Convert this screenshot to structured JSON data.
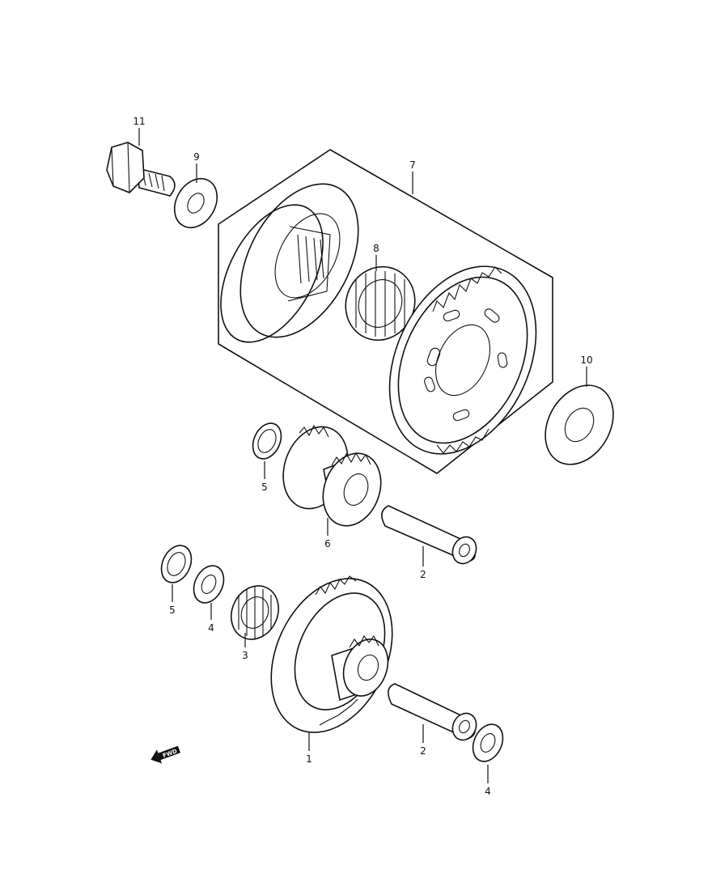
{
  "labels": {
    "p11": "11",
    "p9": "9",
    "p7": "7",
    "p8": "8",
    "p10": "10",
    "p5a": "5",
    "p6": "6",
    "p2a": "2",
    "p5b": "5",
    "p4a": "4",
    "p3": "3",
    "p1": "1",
    "p2b": "2",
    "p4b": "4"
  },
  "fwd_badge": "FWD"
}
